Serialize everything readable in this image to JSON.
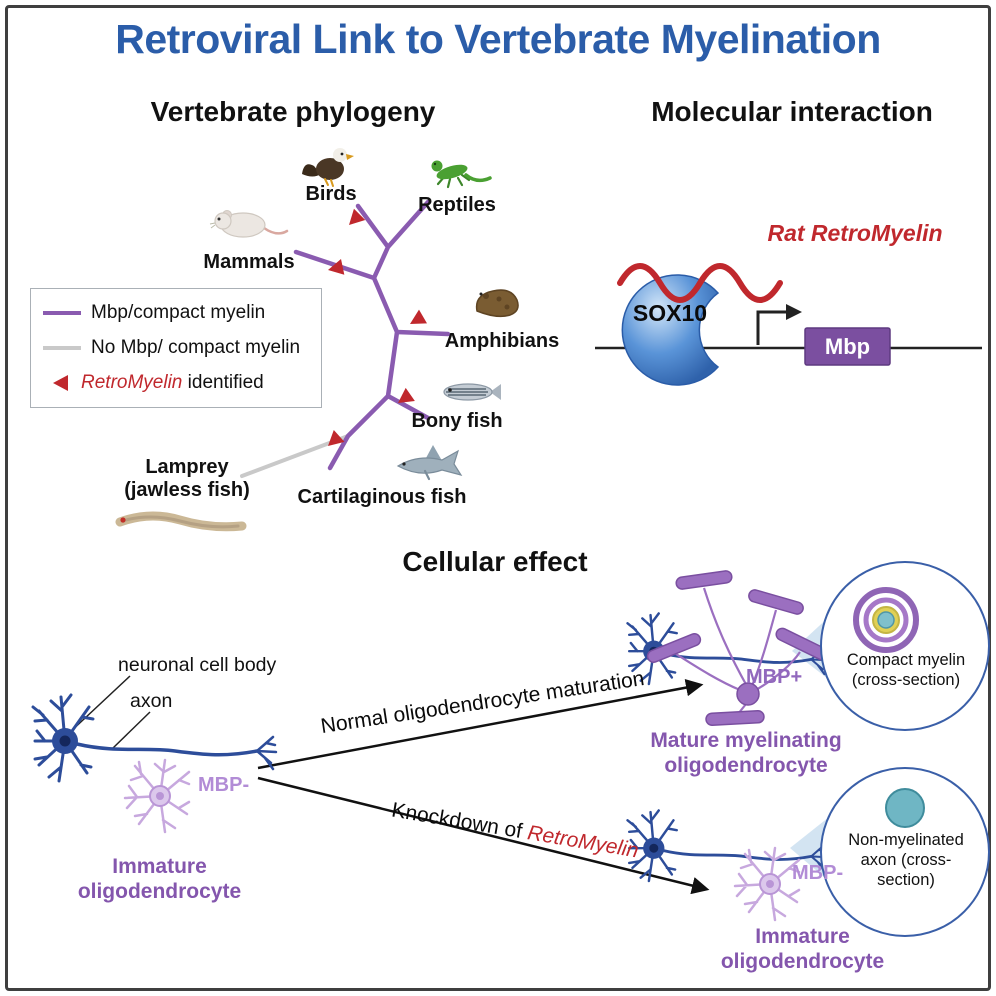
{
  "title": "Retroviral Link to Vertebrate Myelination",
  "colors": {
    "title_blue": "#2b5da9",
    "myelin_purple": "#8a5bb0",
    "no_myelin_gray": "#c9c9c9",
    "retro_red": "#c0282d",
    "neuron_blue": "#2d4d9a",
    "immature_purple": "#c7a8de",
    "mature_purple": "#9b6fc0"
  },
  "phylogeny": {
    "heading": "Vertebrate phylogeny",
    "taxa": {
      "birds": "Birds",
      "reptiles": "Reptiles",
      "mammals": "Mammals",
      "amphibians": "Amphibians",
      "bony_fish": "Bony fish",
      "cartilaginous_fish": "Cartilaginous fish",
      "lamprey_line1": "Lamprey",
      "lamprey_line2": "(jawless fish)"
    },
    "legend": {
      "mbp_myelin": "Mbp/compact myelin",
      "no_mbp_myelin": "No Mbp/ compact myelin",
      "retromyelin": "RetroMyelin",
      "identified": " identified"
    }
  },
  "molecular": {
    "heading": "Molecular interaction",
    "rna_label": "Rat RetroMyelin",
    "tf_label": "SOX10",
    "gene_label": "Mbp"
  },
  "cellular": {
    "heading": "Cellular effect",
    "neuron_cell_body_label": "neuronal cell body",
    "axon_label": "axon",
    "immature_left_mbp": "MBP-",
    "immature_left_name": "Immature oligodendrocyte",
    "arrow_normal": "Normal oligodendrocyte maturation",
    "arrow_knockdown_prefix": "Knockdown of ",
    "arrow_knockdown_gene": "RetroMyelin",
    "mature_mbp": "MBP+",
    "mature_name": "Mature myelinating oligodendrocyte",
    "inset_compact": "Compact myelin (cross-section)",
    "immature_right_mbp": "MBP-",
    "immature_right_name": "Immature oligodendrocyte",
    "inset_nonmyelinated": "Non-myelinated axon (cross-section)"
  }
}
